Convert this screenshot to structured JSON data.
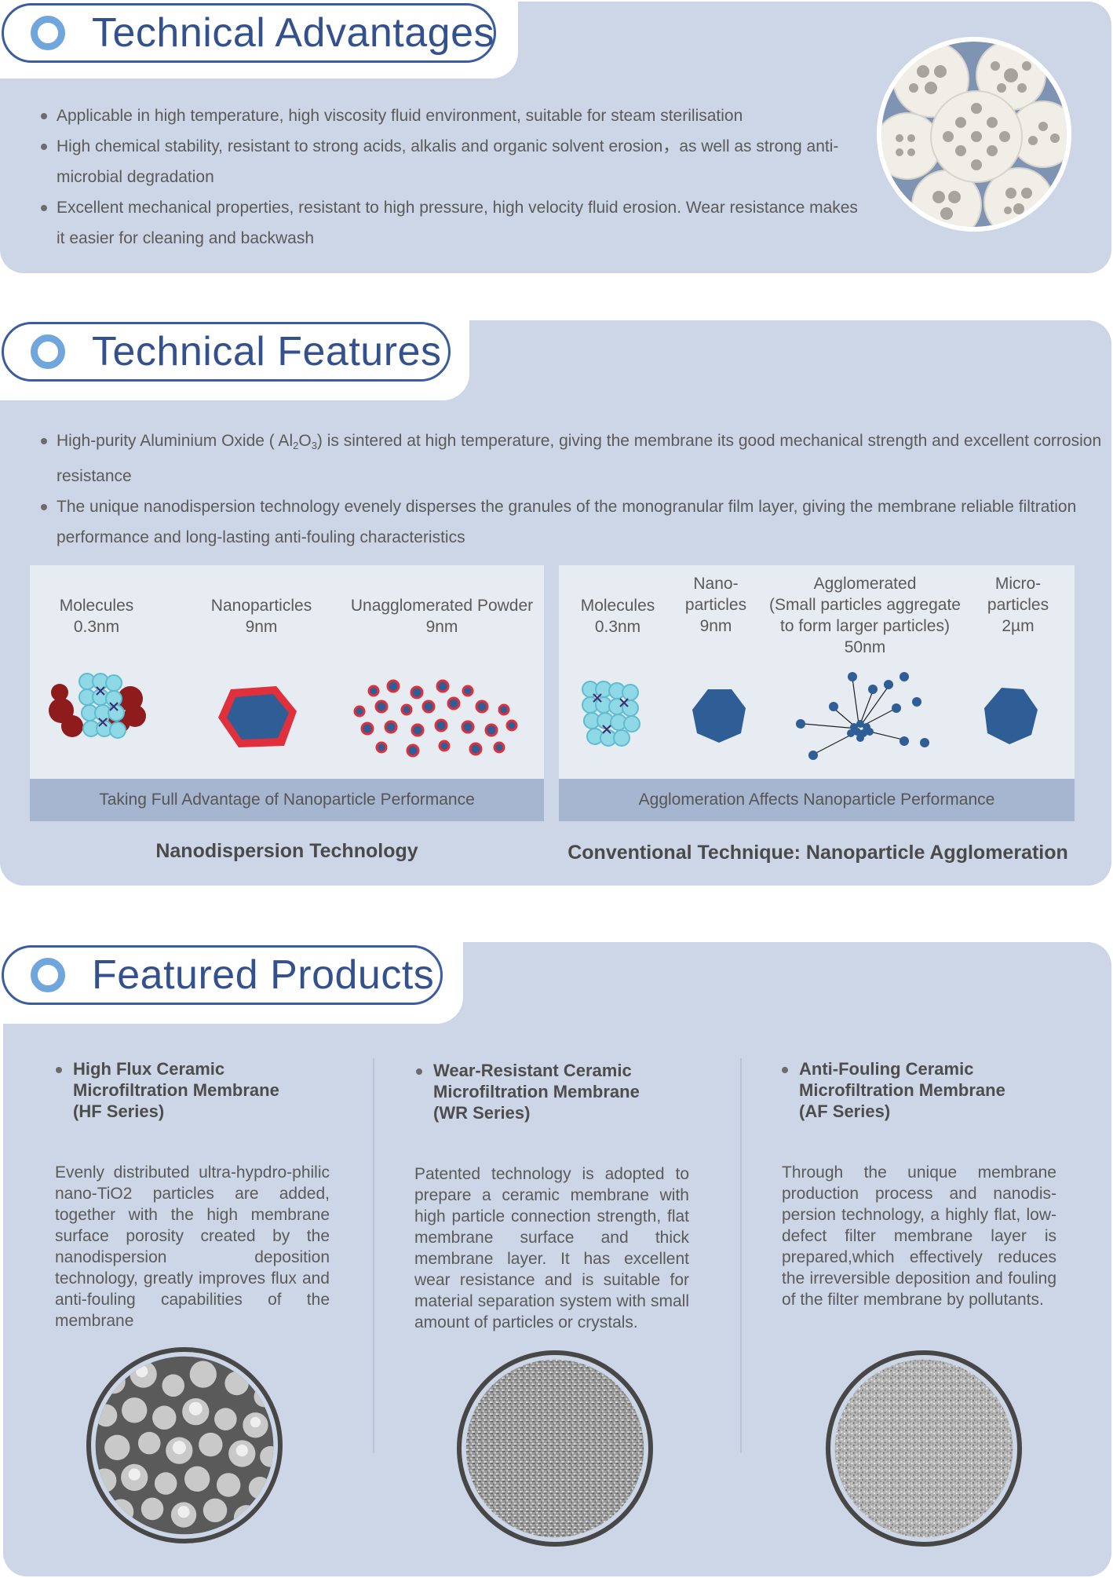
{
  "advantages": {
    "title": "Technical Advantages",
    "bullets": [
      "Applicable in high temperature, high viscosity fluid environment, suitable for steam sterilisation",
      "High chemical stability, resistant to strong acids, alkalis and organic solvent erosion，as well as strong anti-microbial degradation",
      "Excellent mechanical properties,  resistant to high pressure, high velocity fluid erosion. Wear resistance makes it easier for cleaning and backwash"
    ]
  },
  "features": {
    "title": "Technical Features",
    "bullet1_pre": "High-purity Aluminium Oxide ( Al",
    "bullet1_sub1": "2",
    "bullet1_mid": "O",
    "bullet1_sub2": "3",
    "bullet1_post": ") is sintered at high temperature, giving the membrane its good mechanical strength and excellent corrosion resistance",
    "bullet2": "The unique nanodispersion technology evenely disperses the granules of the monogranular film layer, giving the membrane reliable filtration performance and long-lasting anti-fouling characteristics",
    "left_diagram": {
      "labels": [
        {
          "name": "Molecules",
          "size": "0.3nm"
        },
        {
          "name": "Nanoparticles",
          "size": "9nm"
        },
        {
          "name": "Unagglomerated Powder",
          "size": "9nm"
        }
      ],
      "band": "Taking Full Advantage of Nanoparticle Performance",
      "caption": "Nanodispersion Technology"
    },
    "right_diagram": {
      "labels": [
        {
          "line1": "Molecules",
          "line2": "0.3nm"
        },
        {
          "line1": "Nano-",
          "line2": "particles",
          "line3": "9nm"
        },
        {
          "line1": "Agglomerated",
          "line2": "(Small particles aggregate",
          "line3": "to form larger particles)",
          "line4": "50nm"
        },
        {
          "line1": "Micro-",
          "line2": "particles",
          "line3": "2µm"
        }
      ],
      "band": "Agglomeration Affects Nanoparticle Performance",
      "caption": "Conventional Technique: Nanoparticle Agglomeration"
    }
  },
  "products": {
    "title": "Featured Products",
    "items": [
      {
        "title": [
          "High Flux Ceramic",
          "Microfiltration Membrane",
          "(HF Series)"
        ],
        "description": "Evenly distributed ultra-hypdro-philic nano-TiO2 particles are added, together with the high membrane surface porosity created by the nanodispersion deposition technology, greatly improves flux and anti-fouling capabilities of the membrane"
      },
      {
        "title": [
          "Wear-Resistant Ceramic",
          "Microfiltration Membrane",
          "(WR Series)"
        ],
        "description": "Patented technology is adopted to prepare a ceramic membrane with high particle connection strength, flat membrane surface and thick membrane layer. It has excellent wear resistance and is suitable for material separation system with small amount of particles or crystals."
      },
      {
        "title": [
          "Anti-Fouling Ceramic",
          "Microfiltration Membrane",
          "(AF Series)"
        ],
        "description": "Through the unique membrane production process and nanodis-persion technology, a highly flat, low-defect filter membrane layer is prepared,which effectively reduces the irreversible deposition and fouling of the filter membrane by pollutants."
      }
    ]
  },
  "colors": {
    "panel": "#cdd6e6",
    "title": "#34518f",
    "ring": "#6fa6db",
    "particle": "#2f5d96",
    "particle_border": "#e0303c"
  }
}
